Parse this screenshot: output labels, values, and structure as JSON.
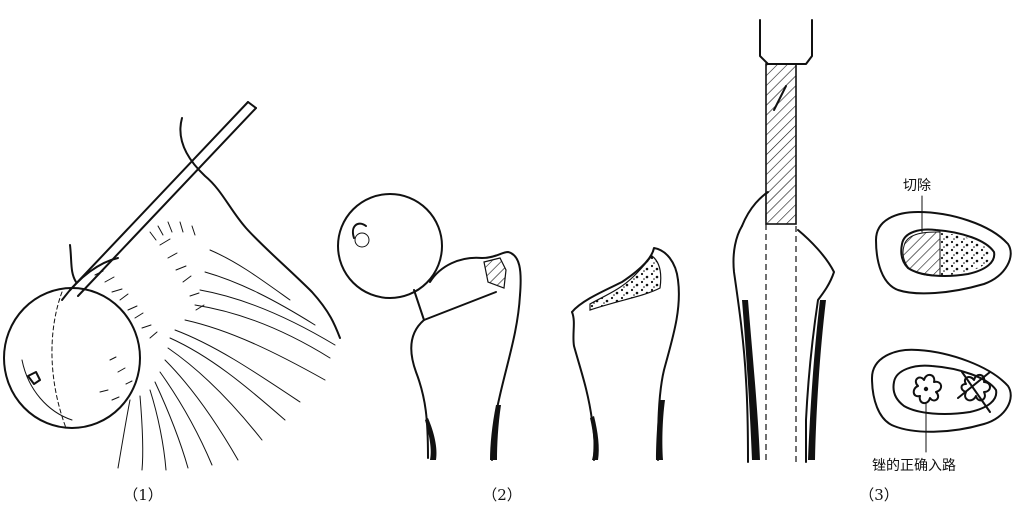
{
  "figure": {
    "panel_labels": [
      "（1）",
      "（2）",
      "（3）"
    ],
    "annotations": {
      "resect": "切除",
      "correct_entry": "锉的正确入路"
    }
  }
}
